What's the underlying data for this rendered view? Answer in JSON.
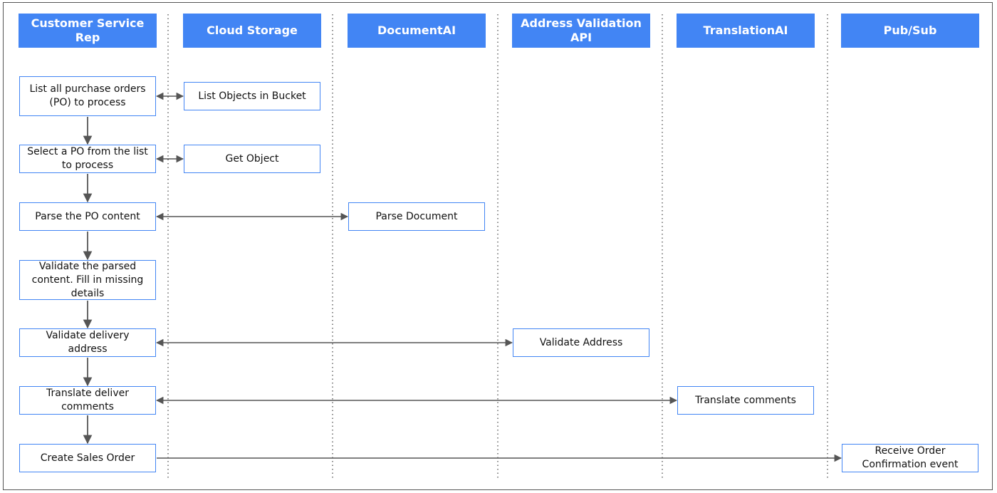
{
  "lanes": [
    {
      "id": "csr",
      "label": "Customer Service Rep"
    },
    {
      "id": "storage",
      "label": "Cloud Storage"
    },
    {
      "id": "docai",
      "label": "DocumentAI"
    },
    {
      "id": "address",
      "label": "Address Validation API"
    },
    {
      "id": "translation",
      "label": "TranslationAI"
    },
    {
      "id": "pubsub",
      "label": "Pub/Sub"
    }
  ],
  "steps": [
    {
      "id": "s1",
      "lane": "csr",
      "label": "List all purchase orders (PO) to process"
    },
    {
      "id": "s2",
      "lane": "csr",
      "label": "Select a PO from the list to process"
    },
    {
      "id": "s3",
      "lane": "csr",
      "label": "Parse the PO content"
    },
    {
      "id": "s4",
      "lane": "csr",
      "label": "Validate the parsed content. Fill in missing details"
    },
    {
      "id": "s5",
      "lane": "csr",
      "label": "Validate delivery address"
    },
    {
      "id": "s6",
      "lane": "csr",
      "label": "Translate deliver comments"
    },
    {
      "id": "s7",
      "lane": "csr",
      "label": "Create Sales Order"
    },
    {
      "id": "r1",
      "lane": "storage",
      "label": "List Objects in Bucket"
    },
    {
      "id": "r2",
      "lane": "storage",
      "label": "Get Object"
    },
    {
      "id": "r3",
      "lane": "docai",
      "label": "Parse Document"
    },
    {
      "id": "r5",
      "lane": "address",
      "label": "Validate Address"
    },
    {
      "id": "r6",
      "lane": "translation",
      "label": "Translate comments"
    },
    {
      "id": "r7",
      "lane": "pubsub",
      "label": "Receive Order Confirmation event"
    }
  ],
  "flow": [
    {
      "from": "s1",
      "to": "s2"
    },
    {
      "from": "s2",
      "to": "s3"
    },
    {
      "from": "s3",
      "to": "s4"
    },
    {
      "from": "s4",
      "to": "s5"
    },
    {
      "from": "s5",
      "to": "s6"
    },
    {
      "from": "s6",
      "to": "s7"
    }
  ],
  "calls": [
    {
      "from": "s1",
      "to": "r1",
      "direction": "both"
    },
    {
      "from": "s2",
      "to": "r2",
      "direction": "both"
    },
    {
      "from": "s3",
      "to": "r3",
      "direction": "both"
    },
    {
      "from": "s5",
      "to": "r5",
      "direction": "both"
    },
    {
      "from": "s6",
      "to": "r6",
      "direction": "both"
    },
    {
      "from": "s7",
      "to": "r7",
      "direction": "forward"
    }
  ],
  "colors": {
    "accent": "#4285f4",
    "connector": "#555555",
    "lane_divider": "#666666"
  }
}
